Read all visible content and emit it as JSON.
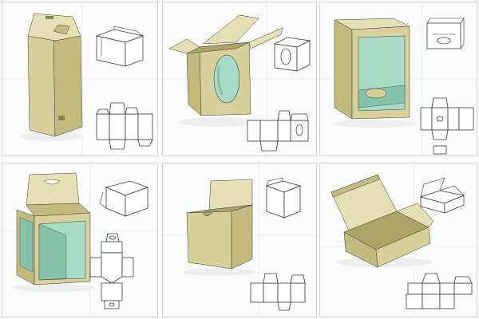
{
  "colors": {
    "kraft_front": "#d7d09a",
    "kraft_side": "#c3bb7e",
    "kraft_top": "#e6e0b5",
    "kraft_dark": "#aca366",
    "window_film": "#a8dcc8",
    "window_dark": "#86c3ad",
    "outline": "#3a3a3a",
    "panel_border": "#d2d2d2"
  },
  "panels": [
    {
      "id": "tall-tuck-end-box",
      "window": "none",
      "closure": "tuck-top-open"
    },
    {
      "id": "oval-window-box",
      "window": "oval",
      "closure": "open-top-flaps"
    },
    {
      "id": "window-display-box",
      "window": "rectangular-with-insert",
      "closure": "closed"
    },
    {
      "id": "hang-tab-window-box",
      "window": "front-and-side",
      "closure": "hang-tab"
    },
    {
      "id": "cube-box-open-lid",
      "window": "none",
      "closure": "hinged-lid"
    },
    {
      "id": "mailer-box-open",
      "window": "none",
      "closure": "hinged-lid-with-dust-flaps"
    }
  ]
}
